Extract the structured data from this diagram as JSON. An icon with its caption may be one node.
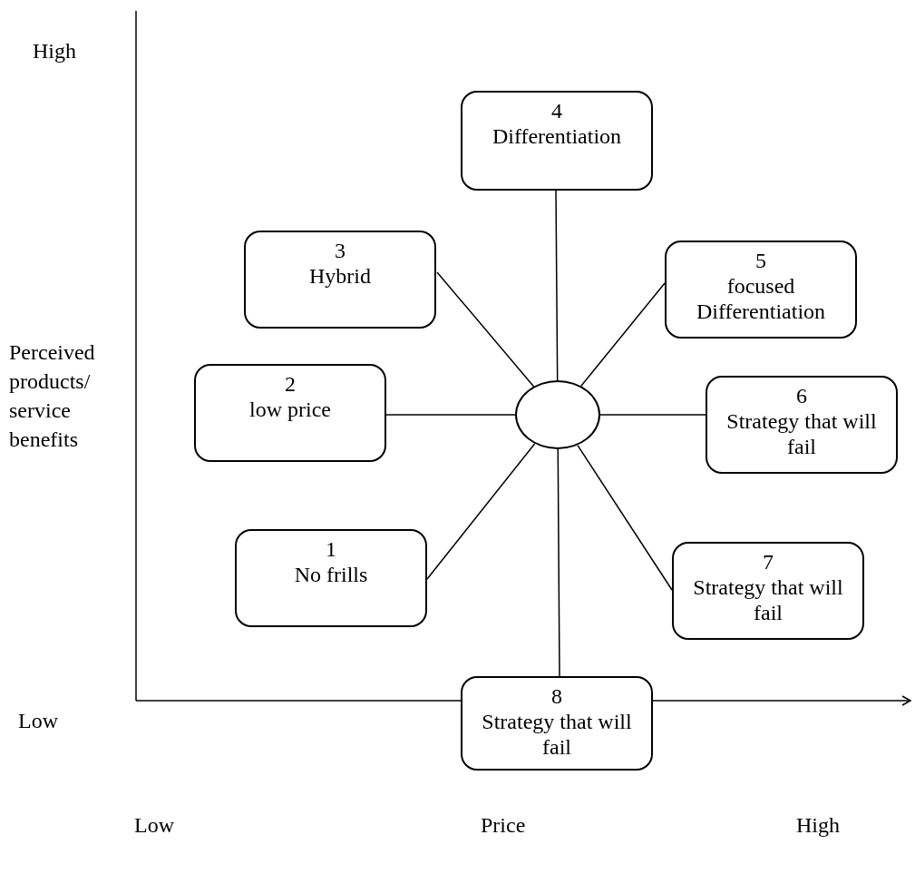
{
  "diagram": {
    "nodes": [
      {
        "text": [],
        "shape": "circle"
      },
      {
        "text": [
          "1",
          "No frills"
        ]
      },
      {
        "text": [
          "2",
          "low price"
        ]
      },
      {
        "text": [
          "3",
          "Hybrid"
        ]
      },
      {
        "text": [
          "4",
          "Differentiation"
        ]
      },
      {
        "text": [
          "5",
          "focused Differentiation"
        ]
      },
      {
        "text": [
          "6",
          "Strategy that will fail"
        ]
      },
      {
        "text": [
          "7",
          "Strategy that will fail"
        ]
      },
      {
        "text": [
          "8",
          "Strategy that will fail"
        ]
      }
    ],
    "edges": [
      {
        "from": 0,
        "to": 1,
        "arrow": "none"
      },
      {
        "from": 0,
        "to": 2,
        "arrow": "none"
      },
      {
        "from": 0,
        "to": 3,
        "arrow": "none"
      },
      {
        "from": 0,
        "to": 4,
        "arrow": "none"
      },
      {
        "from": 0,
        "to": 5,
        "arrow": "none"
      },
      {
        "from": 0,
        "to": 6,
        "arrow": "none"
      },
      {
        "from": 0,
        "to": 7,
        "arrow": "none"
      },
      {
        "from": 0,
        "to": 8,
        "arrow": "none"
      }
    ],
    "labels": [
      "High",
      "Perceived products/ service benefits",
      "Low",
      "Low",
      "Price",
      "High"
    ]
  }
}
